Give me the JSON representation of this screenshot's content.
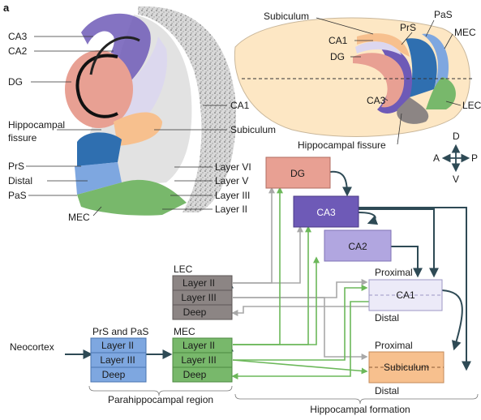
{
  "panel_letter": "a",
  "section_labels": {
    "ca3": "CA3",
    "ca2": "CA2",
    "dg": "DG",
    "ca1": "CA1",
    "hippocampal_fissure_line1": "Hippocampal",
    "hippocampal_fissure_line2": "fissure",
    "subiculum": "Subiculum",
    "prs": "PrS",
    "distal": "Distal",
    "pas": "PaS",
    "mec": "MEC",
    "layer_vi": "Layer VI",
    "layer_v": "Layer V",
    "layer_iii": "Layer III",
    "layer_ii": "Layer II"
  },
  "brain_labels": {
    "subiculum": "Subiculum",
    "ca1": "CA1",
    "dg": "DG",
    "prs": "PrS",
    "pas": "PaS",
    "mec": "MEC",
    "ca3": "CA3",
    "lec": "LEC",
    "hippocampal_fissure": "Hippocampal fissure"
  },
  "compass": {
    "d": "D",
    "v": "V",
    "a": "A",
    "p": "P"
  },
  "circuit": {
    "dg": "DG",
    "ca3": "CA3",
    "ca2": "CA2",
    "ca1": "CA1",
    "subiculum": "Subiculum",
    "ca1_proximal": "Proximal",
    "ca1_distal": "Distal",
    "sub_proximal": "Proximal",
    "sub_distal": "Distal",
    "lec_title": "LEC",
    "mec_title": "MEC",
    "prs_pas_title": "PrS and PaS",
    "layer_ii": "Layer II",
    "layer_iii": "Layer III",
    "deep": "Deep",
    "neocortex": "Neocortex",
    "parahippocampal_region": "Parahippocampal region",
    "hippocampal_formation": "Hippocampal formation"
  },
  "colors": {
    "dg": "#e8a093",
    "ca3": "#6e5ab7",
    "ca2": "#b1a6e0",
    "ca1": "#eceaf8",
    "subiculum": "#f7c08e",
    "lec": "#8c8584",
    "mec": "#78b86b",
    "prs_pas": "#7ea7e0",
    "green_path": "#6cb85a",
    "grey_path": "#a8a8a8",
    "dark_path": "#2e4a55"
  }
}
